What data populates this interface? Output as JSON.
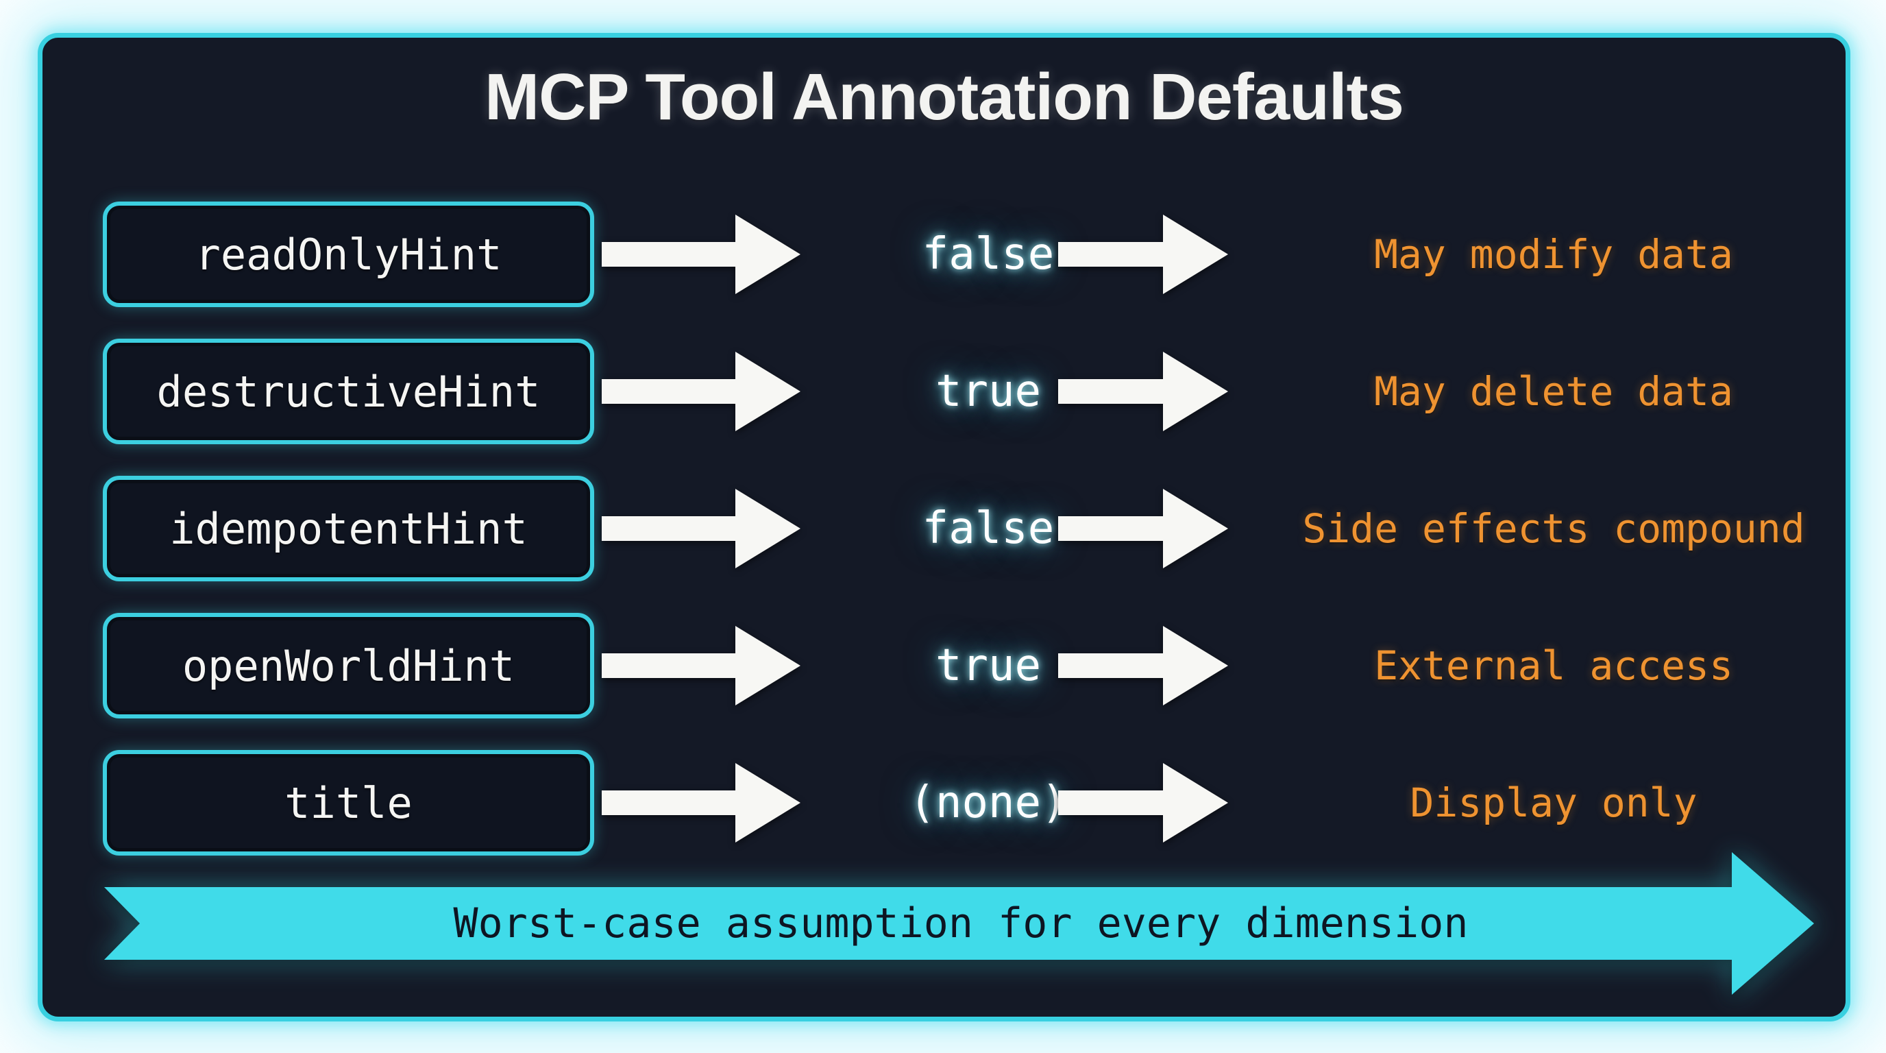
{
  "title": "MCP Tool Annotation Defaults",
  "rows": [
    {
      "annotation": "readOnlyHint",
      "default": "false",
      "implication": "May modify data"
    },
    {
      "annotation": "destructiveHint",
      "default": "true",
      "implication": "May delete data"
    },
    {
      "annotation": "idempotentHint",
      "default": "false",
      "implication": "Side effects compound"
    },
    {
      "annotation": "openWorldHint",
      "default": "true",
      "implication": "External access"
    },
    {
      "annotation": "title",
      "default": "(none)",
      "implication": "Display only"
    }
  ],
  "banner": {
    "label": "Worst-case assumption for every dimension"
  },
  "colors": {
    "accent_cyan": "#3ccfe0",
    "banner_cyan": "#40dbe9",
    "implication_orange": "#ef9331",
    "panel_background": "#141926",
    "box_background": "#0f1420",
    "page_background": "#fbfeff",
    "text_white": "#f5f5f3",
    "banner_text_dark": "#0e1522"
  }
}
